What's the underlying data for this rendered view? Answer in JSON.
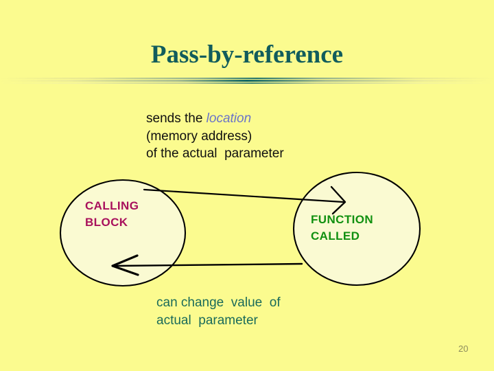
{
  "slide": {
    "title": "Pass-by-reference",
    "page_number": "20",
    "background_color": "#fbfb8f",
    "title_color": "#115c5c",
    "divider_color": "#116764"
  },
  "top_note": {
    "line1_prefix": "sends the ",
    "line1_emphasis": "location",
    "line2": "(memory address)",
    "line3": "of the actual  parameter",
    "text_color": "#101010",
    "emphasis_color": "#6a74c8"
  },
  "bottom_note": {
    "line1": "can change  value  of",
    "line2": "actual  parameter",
    "text_color": "#1a6b5a"
  },
  "diagram": {
    "left_circle": {
      "label_line1": "CALLING",
      "label_line2": "BLOCK",
      "label_color": "#a8105c",
      "fill_color": "#fafad2",
      "stroke_color": "#000000"
    },
    "right_circle": {
      "label_line1": "FUNCTION",
      "label_line2": "CALLED",
      "label_color": "#109010",
      "fill_color": "#fafad2",
      "stroke_color": "#000000"
    },
    "arrow_top": {
      "direction": "right",
      "meaning": "sends the location of the actual parameter"
    },
    "arrow_bottom": {
      "direction": "left",
      "meaning": "can change value of actual parameter"
    }
  }
}
